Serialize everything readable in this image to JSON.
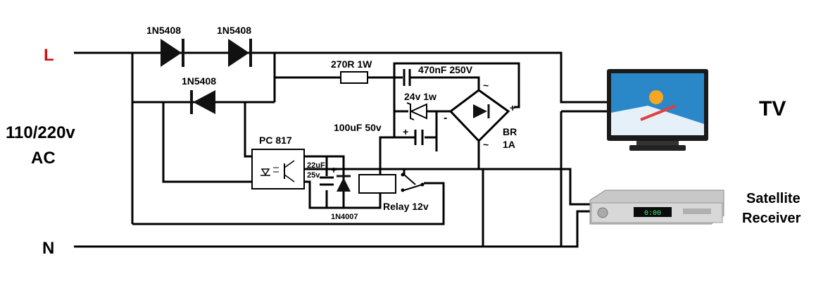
{
  "terminals": {
    "live": "L",
    "neutral": "N",
    "supply": [
      "110/220v",
      "AC"
    ]
  },
  "live_color": "#d01010",
  "components": {
    "d1": "1N5408",
    "d2": "1N5408",
    "d3": "1N5408",
    "resistor": "270R 1W",
    "cap_470": "470nF 250V",
    "zener": "24v 1w",
    "cap_100": "100uF 50v",
    "bridge": [
      "BR",
      "1A"
    ],
    "optocoupler": "PC 817",
    "cap_22": [
      "22uF",
      "25v"
    ],
    "diode_1n4007": "1N4007",
    "relay": "Relay 12v"
  },
  "polarity": {
    "plus": "+",
    "minus": "-",
    "ac": "~"
  },
  "loads": {
    "tv": "TV",
    "receiver": [
      "Satellite",
      "Receiver"
    ],
    "receiver_display": "0:00"
  }
}
